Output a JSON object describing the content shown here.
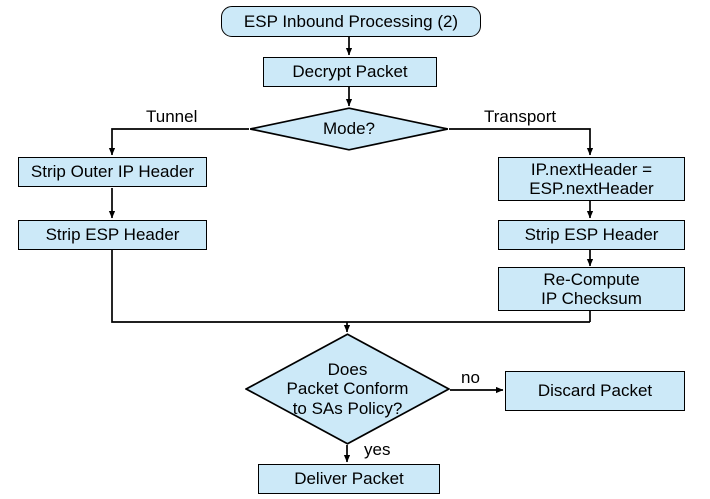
{
  "diagram": {
    "title": "ESP Inbound Processing (2)",
    "type": "flowchart",
    "colors": {
      "node_fill": "#CCE9F8",
      "node_stroke": "#000000",
      "background": "#FFFFFF",
      "text": "#000000"
    },
    "nodes": {
      "start": {
        "label": "ESP Inbound Processing (2)",
        "shape": "terminal"
      },
      "decrypt": {
        "label": "Decrypt Packet",
        "shape": "process"
      },
      "mode": {
        "label": "Mode?",
        "shape": "decision"
      },
      "strip_outer_ip": {
        "label": "Strip Outer IP Header",
        "shape": "process"
      },
      "strip_esp_left": {
        "label": "Strip ESP Header",
        "shape": "process"
      },
      "next_header": {
        "label": "IP.nextHeader =\nESP.nextHeader",
        "shape": "process"
      },
      "strip_esp_right": {
        "label": "Strip ESP Header",
        "shape": "process"
      },
      "recompute": {
        "label": "Re-Compute\nIP Checksum",
        "shape": "process"
      },
      "conform": {
        "label": "Does\nPacket Conform\nto SAs Policy?",
        "shape": "decision"
      },
      "discard": {
        "label": "Discard Packet",
        "shape": "process"
      },
      "deliver": {
        "label": "Deliver Packet",
        "shape": "process"
      }
    },
    "edge_labels": {
      "tunnel": "Tunnel",
      "transport": "Transport",
      "no": "no",
      "yes": "yes"
    }
  }
}
